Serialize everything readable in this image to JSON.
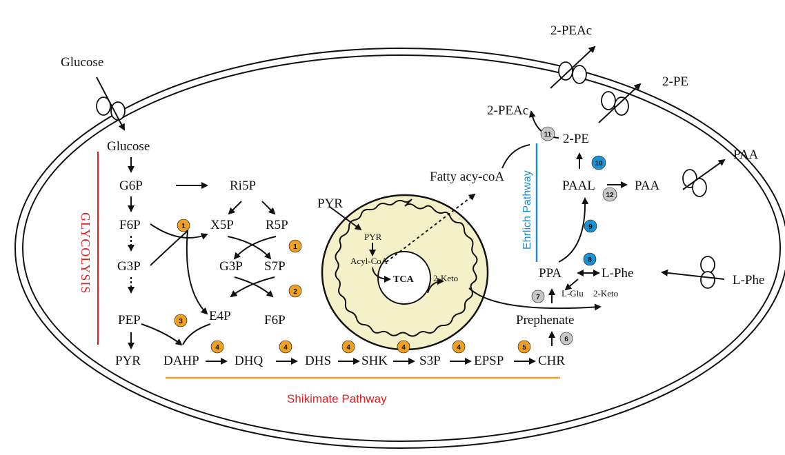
{
  "metabolites": {
    "glucose_out": "Glucose",
    "glucose_in": "Glucose",
    "g6p": "G6P",
    "f6p": "F6P",
    "g3p": "G3P",
    "pep": "PEP",
    "pyr": "PYR",
    "ri5p": "Ri5P",
    "x5p": "X5P",
    "r5p": "R5P",
    "g3p_ppp": "G3P",
    "s7p": "S7P",
    "e4p": "E4P",
    "f6p_ppp": "F6P",
    "dahp": "DAHP",
    "dhq": "DHQ",
    "dhs": "DHS",
    "shk": "SHK",
    "s3p": "S3P",
    "epsp": "EPSP",
    "chr": "CHR",
    "prephenate": "Prephenate",
    "ppa": "PPA",
    "lphe_in": "L-Phe",
    "lphe_out": "L-Phe",
    "lglu": "L-Glu",
    "two_keto_cyt": "2-Keto",
    "paal": "PAAL",
    "paa_in": "PAA",
    "paa_out": "PAA",
    "two_pe_in": "2-PE",
    "two_pe_out": "2-PE",
    "two_peac_in": "2-PEAc",
    "two_peac_out": "2-PEAc",
    "fatty_acyl_coa": "Fatty acy-coA",
    "pyr_cyt": "PYR",
    "pyr_mito": "PYR",
    "acyl_coa": "Acyl-CoA",
    "tca": "TCA",
    "two_keto_mito": "2-Keto"
  },
  "pathways": {
    "glycolysis": "GLYCOLYSIS",
    "shikimate": "Shikimate Pathway",
    "ehrlich": "Ehrlich Pathway"
  },
  "badges": [
    {
      "num": "1",
      "color": "#f0a020"
    },
    {
      "num": "1",
      "color": "#f0a020"
    },
    {
      "num": "2",
      "color": "#f0a020"
    },
    {
      "num": "3",
      "color": "#f0a020"
    },
    {
      "num": "4",
      "color": "#f0a020"
    },
    {
      "num": "4",
      "color": "#f0a020"
    },
    {
      "num": "4",
      "color": "#f0a020"
    },
    {
      "num": "4",
      "color": "#f0a020"
    },
    {
      "num": "4",
      "color": "#f0a020"
    },
    {
      "num": "5",
      "color": "#f0a020"
    },
    {
      "num": "6",
      "color": "#c8c8c8"
    },
    {
      "num": "7",
      "color": "#c8c8c8"
    },
    {
      "num": "8",
      "color": "#1e90d0"
    },
    {
      "num": "9",
      "color": "#1e90d0"
    },
    {
      "num": "10",
      "color": "#1e90d0"
    },
    {
      "num": "11",
      "color": "#c8c8c8"
    },
    {
      "num": "12",
      "color": "#c8c8c8"
    }
  ],
  "colors": {
    "glycolysis": "#e02020",
    "shikimate_line": "#f0a020",
    "shikimate_text": "#e02020",
    "ehrlich": "#1e90d0",
    "mitochondrion_fill": "#f4f0c8"
  }
}
